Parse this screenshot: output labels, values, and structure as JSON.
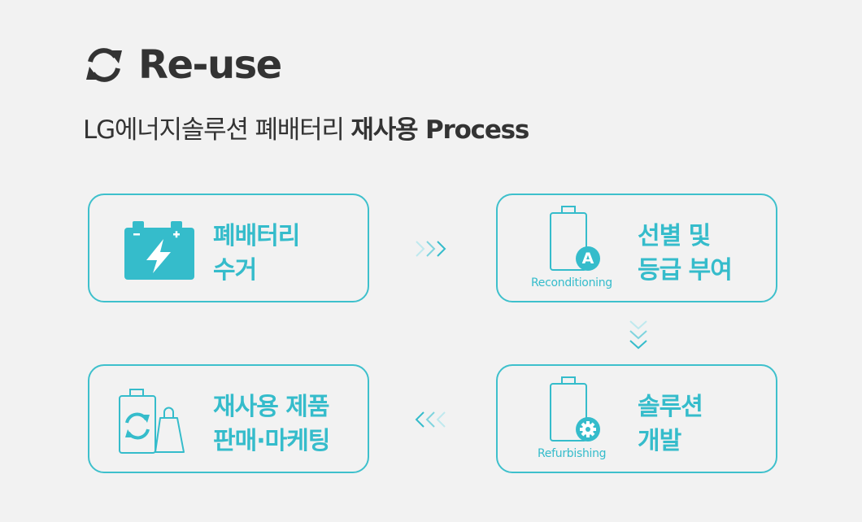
{
  "header": {
    "title": "Re-use",
    "icon": "recycle-icon",
    "subtitle_regular": "LG에너지솔루션 폐배터리 ",
    "subtitle_bold": "재사용 Process"
  },
  "colors": {
    "accent": "#35bccb",
    "text": "#333333",
    "background": "#f2f2f2"
  },
  "steps": [
    {
      "line1": "폐배터리",
      "line2": "수거",
      "icon": "charging-battery-icon"
    },
    {
      "line1": "선별 및",
      "line2": "등급 부여",
      "caption": "Reconditioning",
      "badge": "A",
      "icon": "graded-battery-icon"
    },
    {
      "line1": "솔루션",
      "line2": "개발",
      "caption": "Refurbishing",
      "icon": "battery-gear-icon"
    },
    {
      "line1": "재사용 제품",
      "line2": "판매·마케팅",
      "icon": "battery-shopping-bag-icon"
    }
  ],
  "arrows": [
    {
      "direction": "right",
      "icon": "triple-chevron-right-icon"
    },
    {
      "direction": "down",
      "icon": "triple-chevron-down-icon"
    },
    {
      "direction": "left",
      "icon": "triple-chevron-left-icon"
    }
  ]
}
